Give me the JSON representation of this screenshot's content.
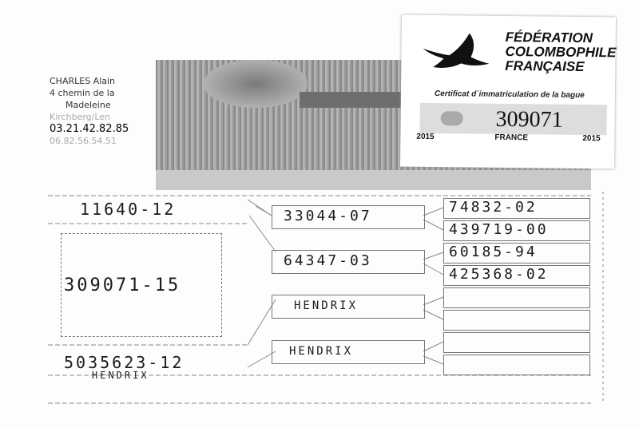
{
  "card": {
    "org_line1": "FÉDÉRATION",
    "org_line2": "COLOMBOPHILE",
    "org_line3": "FRANÇAISE",
    "subtitle": "Certificat d´immatriculation de la bague",
    "ring_number": "309071",
    "year_left": "2015",
    "country": "FRANCE",
    "year_right": "2015"
  },
  "owner": {
    "name": "CHARLES Alain",
    "address1": "4 chemin de la",
    "address2": "Madeleine",
    "city": "Kirchberg/Len",
    "phone1": "03.21.42.82.85",
    "phone2": "06.82.56.54.51"
  },
  "pedigree": {
    "subject": "309071-15",
    "sire": "11640-12",
    "dam": "5035623-12",
    "dam_name": "HENDRIX",
    "sire_sire": "33044-07",
    "sire_dam": "64347-03",
    "dam_sire": "HENDRIX",
    "dam_dam": "HENDRIX",
    "ggp": [
      "74832-02",
      "439719-00",
      "60185-94",
      "425368-02",
      "",
      "",
      "",
      ""
    ]
  }
}
